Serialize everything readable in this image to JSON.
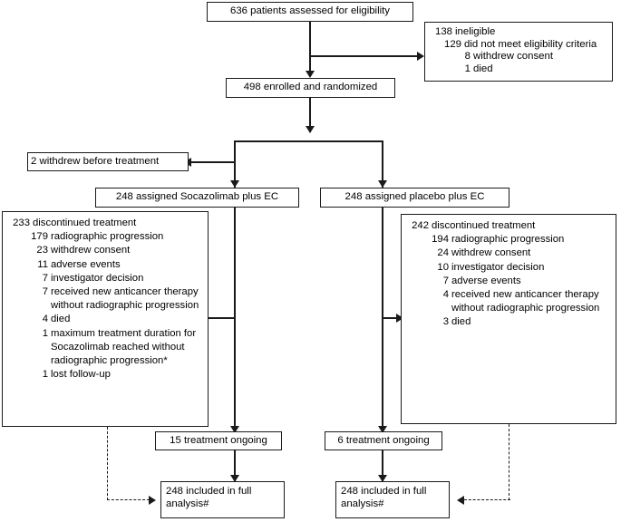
{
  "diagram": {
    "type": "consort-flow-diagram",
    "title": "",
    "nodes": {
      "assessed": {
        "label": "636 patients assessed for eligibility",
        "count": 636
      },
      "ineligible": {
        "header_num": "138",
        "header_text": "ineligible",
        "items": [
          {
            "num": "129",
            "text": "did not meet eligibility criteria"
          },
          {
            "num": "8",
            "text": "withdrew consent"
          },
          {
            "num": "1",
            "text": "died"
          }
        ]
      },
      "enrolled": {
        "label": "498 enrolled and randomized",
        "count": 498
      },
      "withdrew_before_treatment": {
        "label": "2 withdrew before treatment",
        "count": 2
      },
      "arm_left": {
        "label": "248 assigned Socazolimab plus EC",
        "count": 248
      },
      "arm_right": {
        "label": "248 assigned placebo plus EC",
        "count": 248
      },
      "discontinued_left": {
        "header_num": "233",
        "header_text": "discontinued treatment",
        "items": [
          {
            "num": "179",
            "text": "radiographic progression"
          },
          {
            "num": "23",
            "text": "withdrew consent"
          },
          {
            "num": "11",
            "text": "adverse events"
          },
          {
            "num": "7",
            "text": "investigator decision"
          },
          {
            "num": "7",
            "text": "received new anticancer therapy without radiographic progression"
          },
          {
            "num": "4",
            "text": "died"
          },
          {
            "num": "1",
            "text": "maximum treatment duration for Socazolimab reached without radiographic progression*"
          },
          {
            "num": "1",
            "text": "lost follow-up"
          }
        ]
      },
      "discontinued_right": {
        "header_num": "242",
        "header_text": "discontinued treatment",
        "items": [
          {
            "num": "194",
            "text": "radiographic progression"
          },
          {
            "num": "24",
            "text": "withdrew consent"
          },
          {
            "num": "10",
            "text": "investigator decision"
          },
          {
            "num": "7",
            "text": "adverse events"
          },
          {
            "num": "4",
            "text": "received new anticancer therapy without radiographic progression"
          },
          {
            "num": "3",
            "text": "died"
          }
        ]
      },
      "ongoing_left": {
        "label": "15 treatment ongoing",
        "count": 15
      },
      "ongoing_right": {
        "label": "6 treatment ongoing",
        "count": 6
      },
      "analysis_left": {
        "line1": "248 included in full",
        "line2": "analysis#",
        "count": 248
      },
      "analysis_right": {
        "line1": "248 included in full",
        "line2": "analysis#",
        "count": 248
      }
    },
    "colors": {
      "stroke": "#1a1a1a",
      "background": "#ffffff",
      "text": "#000000"
    }
  }
}
